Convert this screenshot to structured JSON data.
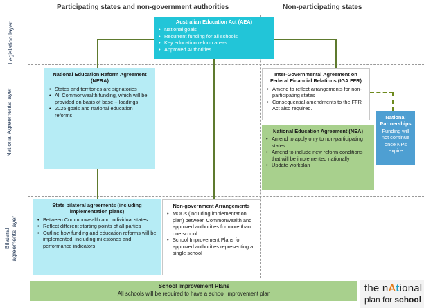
{
  "headers": {
    "participating": "Participating states and non-government authorities",
    "non_participating": "Non-participating states"
  },
  "layers": {
    "legislation": "Legislation layer",
    "national_agreements": "National Agreements layer",
    "bilateral_agreements": "Bilateral agreements layer"
  },
  "aea": {
    "title": "Australian Education Act (AEA)",
    "items": [
      "National goals",
      "Recurrent funding for all schools",
      "Key education reform areas",
      "Approved Authorities"
    ]
  },
  "nera": {
    "title": "National Education Reform Agreement (NERA)",
    "items": [
      "States and territories are signatories",
      "All Commonwealth funding, which will be provided on basis of base + loadings",
      "2025 goals and national education reforms"
    ]
  },
  "iga": {
    "title": "Inter-Governmental Agreement on Federal Financial Relations (IGA FFR)",
    "items": [
      "Amend to reflect arrangements for non-participating states",
      "Consequential amendments to the FFR Act also required."
    ]
  },
  "nea": {
    "title": "National Education Agreement (NEA)",
    "items": [
      "Amend to apply only to non-participating states",
      "Amend to include new reform conditions that will be implemented nationally",
      "Update workplan"
    ]
  },
  "np": {
    "title": "National Partnerships",
    "body": "Funding will not continue once NPs expire"
  },
  "bilateral": {
    "title": "State bilateral agreements (including implementation plans)",
    "items": [
      "Between Commonwealth and individual states",
      "Reflect different starting points of all parties",
      "Outline how funding and education reforms will be implemented, including milestones and performance indicators"
    ]
  },
  "nongov": {
    "title": "Non-government Arrangements",
    "items": [
      "MOUs (including implementation plan) between Commonwealth and approved authorities for more than one school",
      "School Improvement Plans for approved authorities representing a single school"
    ]
  },
  "sip": {
    "title": "School Improvement Plans",
    "body": "All schools will be required to have a school improvement plan"
  },
  "logo": {
    "line1_pre": "the n",
    "line1_a": "A",
    "line1_t": "t",
    "line1_rest": "ional",
    "line2_pre": "plan for ",
    "line2_s": "school"
  }
}
